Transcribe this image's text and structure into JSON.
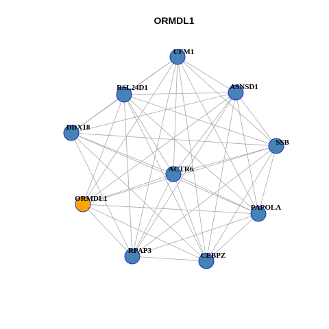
{
  "title": "ORMDL1",
  "colors": {
    "default_node": "#4682b4",
    "highlight_node": "#ffa500",
    "node_border": "#1f2bc8",
    "edge": "#a8a8a8"
  },
  "nodes": [
    {
      "id": "UFM1",
      "label": "UFM1",
      "highlight": false
    },
    {
      "id": "RSL24D1",
      "label": "RSL24D1",
      "highlight": false
    },
    {
      "id": "ASNSD1",
      "label": "ASNSD1",
      "highlight": false
    },
    {
      "id": "DDX18",
      "label": "DDX18",
      "highlight": false
    },
    {
      "id": "SSB",
      "label": "SSB",
      "highlight": false
    },
    {
      "id": "ACTR6",
      "label": "ACTR6",
      "highlight": false
    },
    {
      "id": "ORMDL1",
      "label": "ORMDL1",
      "highlight": true
    },
    {
      "id": "PAPOLA",
      "label": "PAPOLA",
      "highlight": false
    },
    {
      "id": "RPAP3",
      "label": "RPAP3",
      "highlight": false
    },
    {
      "id": "CEBPZ",
      "label": "CEBPZ",
      "highlight": false
    }
  ],
  "edges": [
    [
      "UFM1",
      "RSL24D1"
    ],
    [
      "UFM1",
      "ASNSD1"
    ],
    [
      "UFM1",
      "DDX18"
    ],
    [
      "UFM1",
      "SSB"
    ],
    [
      "UFM1",
      "ACTR6"
    ],
    [
      "UFM1",
      "ORMDL1"
    ],
    [
      "UFM1",
      "PAPOLA"
    ],
    [
      "UFM1",
      "RPAP3"
    ],
    [
      "UFM1",
      "CEBPZ"
    ],
    [
      "RSL24D1",
      "ASNSD1"
    ],
    [
      "RSL24D1",
      "DDX18"
    ],
    [
      "RSL24D1",
      "SSB"
    ],
    [
      "RSL24D1",
      "ACTR6"
    ],
    [
      "RSL24D1",
      "ORMDL1"
    ],
    [
      "RSL24D1",
      "PAPOLA"
    ],
    [
      "RSL24D1",
      "RPAP3"
    ],
    [
      "RSL24D1",
      "CEBPZ"
    ],
    [
      "ASNSD1",
      "DDX18"
    ],
    [
      "ASNSD1",
      "SSB"
    ],
    [
      "ASNSD1",
      "ACTR6"
    ],
    [
      "ASNSD1",
      "ORMDL1"
    ],
    [
      "ASNSD1",
      "PAPOLA"
    ],
    [
      "ASNSD1",
      "RPAP3"
    ],
    [
      "ASNSD1",
      "CEBPZ"
    ],
    [
      "DDX18",
      "SSB"
    ],
    [
      "DDX18",
      "ACTR6"
    ],
    [
      "DDX18",
      "PAPOLA"
    ],
    [
      "DDX18",
      "RPAP3"
    ],
    [
      "DDX18",
      "CEBPZ"
    ],
    [
      "SSB",
      "ACTR6"
    ],
    [
      "SSB",
      "ORMDL1"
    ],
    [
      "SSB",
      "PAPOLA"
    ],
    [
      "SSB",
      "RPAP3"
    ],
    [
      "SSB",
      "CEBPZ"
    ],
    [
      "ACTR6",
      "ORMDL1"
    ],
    [
      "ACTR6",
      "PAPOLA"
    ],
    [
      "ACTR6",
      "RPAP3"
    ],
    [
      "ACTR6",
      "CEBPZ"
    ],
    [
      "ORMDL1",
      "PAPOLA"
    ],
    [
      "ORMDL1",
      "RPAP3"
    ],
    [
      "ORMDL1",
      "CEBPZ"
    ],
    [
      "PAPOLA",
      "RPAP3"
    ],
    [
      "PAPOLA",
      "CEBPZ"
    ],
    [
      "RPAP3",
      "CEBPZ"
    ]
  ]
}
